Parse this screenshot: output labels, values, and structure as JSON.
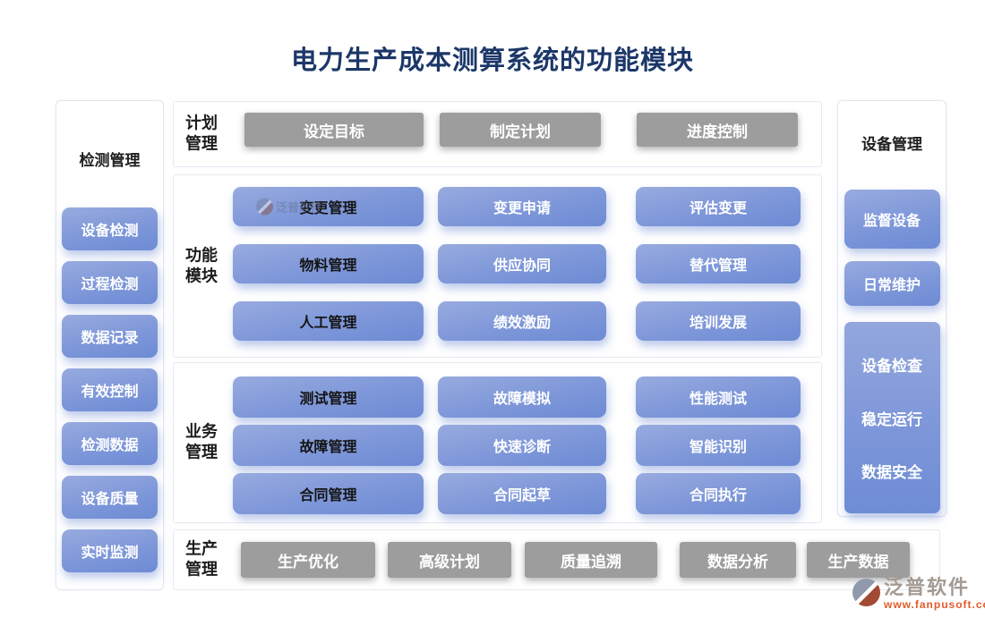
{
  "title": "电力生产成本测算系统的功能模块",
  "sections": {
    "detection": {
      "header": "检测管理",
      "items": [
        "设备检测",
        "过程检测",
        "数据记录",
        "有效控制",
        "检测数据",
        "设备质量",
        "实时监测"
      ]
    },
    "equipment": {
      "header": "设备管理",
      "items": [
        "监督设备",
        "日常维护"
      ],
      "group": [
        "设备检查",
        "稳定运行",
        "数据安全"
      ]
    },
    "plan": {
      "label": "计划管理",
      "buttons": [
        "设定目标",
        "制定计划",
        "进度控制"
      ]
    },
    "function": {
      "label": "功能模块",
      "rows": [
        [
          "变更管理",
          "变更申请",
          "评估变更"
        ],
        [
          "物料管理",
          "供应协同",
          "替代管理"
        ],
        [
          "人工管理",
          "绩效激励",
          "培训发展"
        ]
      ]
    },
    "business": {
      "label": "业务管理",
      "rows": [
        [
          "测试管理",
          "故障模拟",
          "性能测试"
        ],
        [
          "故障管理",
          "快速诊断",
          "智能识别"
        ],
        [
          "合同管理",
          "合同起草",
          "合同执行"
        ]
      ]
    },
    "production": {
      "label": "生产管理",
      "buttons": [
        "生产优化",
        "高级计划",
        "质量追溯",
        "数据分析",
        "生产数据"
      ]
    }
  },
  "watermark": {
    "text": "泛普软件"
  },
  "logo": {
    "name": "泛普软件",
    "url": "www.fanpusoft.com"
  },
  "colors": {
    "title": "#1c3768",
    "button_blue_top": "#98abdf",
    "button_blue_bottom": "#6d8bd4",
    "button_gray": "#9d9d9d",
    "logo_text": "#a39a92",
    "logo_url": "#e25a2b"
  }
}
